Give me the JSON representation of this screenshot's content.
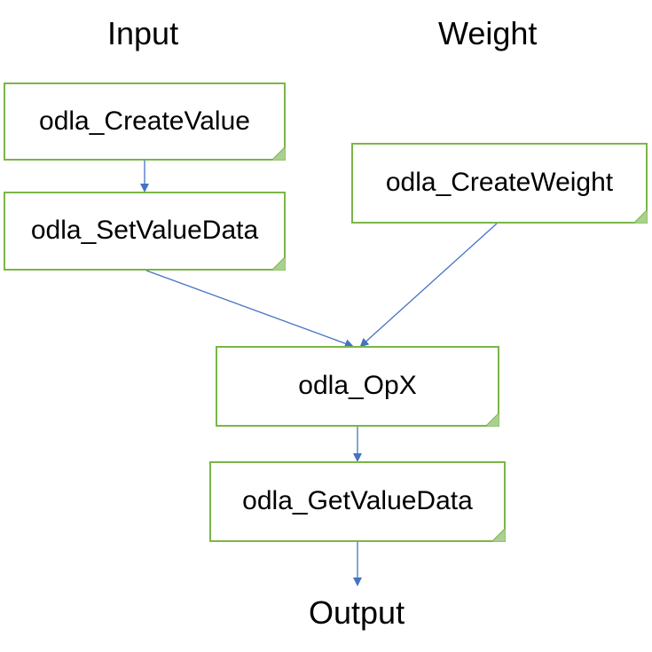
{
  "headings": {
    "input": "Input",
    "weight": "Weight",
    "output": "Output"
  },
  "nodes": {
    "create_value": "odla_CreateValue",
    "set_value_data": "odla_SetValueData",
    "create_weight": "odla_CreateWeight",
    "op_x": "odla_OpX",
    "get_value_data": "odla_GetValueData"
  },
  "colors": {
    "box_border": "#7ab648",
    "arrow": "#4472c4",
    "text": "#000000"
  }
}
